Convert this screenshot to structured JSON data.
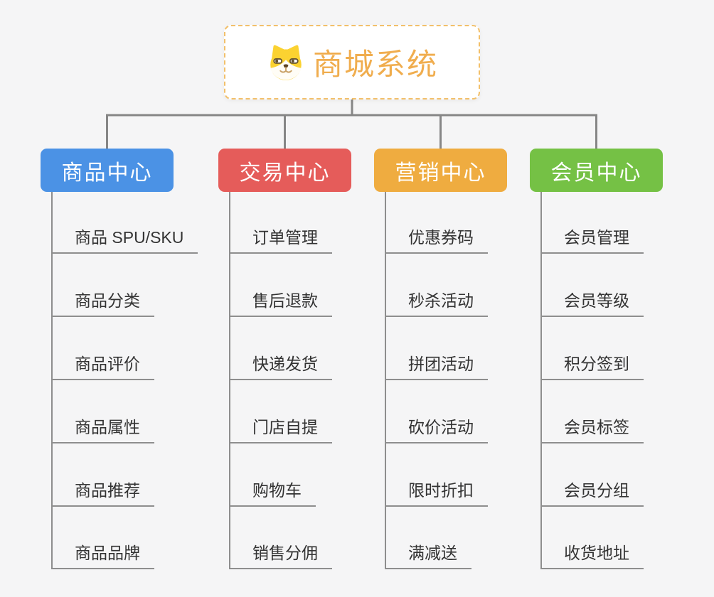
{
  "root": {
    "title": "商城系统",
    "icon": "dog-icon",
    "accent_color": "#f0ad4e",
    "border_color": "#f2c06b"
  },
  "branches": [
    {
      "label": "商品中心",
      "color": "#4b92e5",
      "items": [
        "商品 SPU/SKU",
        "商品分类",
        "商品评价",
        "商品属性",
        "商品推荐",
        "商品品牌"
      ]
    },
    {
      "label": "交易中心",
      "color": "#e55c5a",
      "items": [
        "订单管理",
        "售后退款",
        "快递发货",
        "门店自提",
        "购物车",
        "销售分佣"
      ]
    },
    {
      "label": "营销中心",
      "color": "#efac40",
      "items": [
        "优惠券码",
        "秒杀活动",
        "拼团活动",
        "砍价活动",
        "限时折扣",
        "满减送"
      ]
    },
    {
      "label": "会员中心",
      "color": "#75c145",
      "items": [
        "会员管理",
        "会员等级",
        "积分签到",
        "会员标签",
        "会员分组",
        "收货地址"
      ]
    }
  ],
  "colors": {
    "background": "#f5f5f6",
    "connector_line": "#868686",
    "leaf_line": "#8e8e8e",
    "leaf_text": "#333333"
  }
}
